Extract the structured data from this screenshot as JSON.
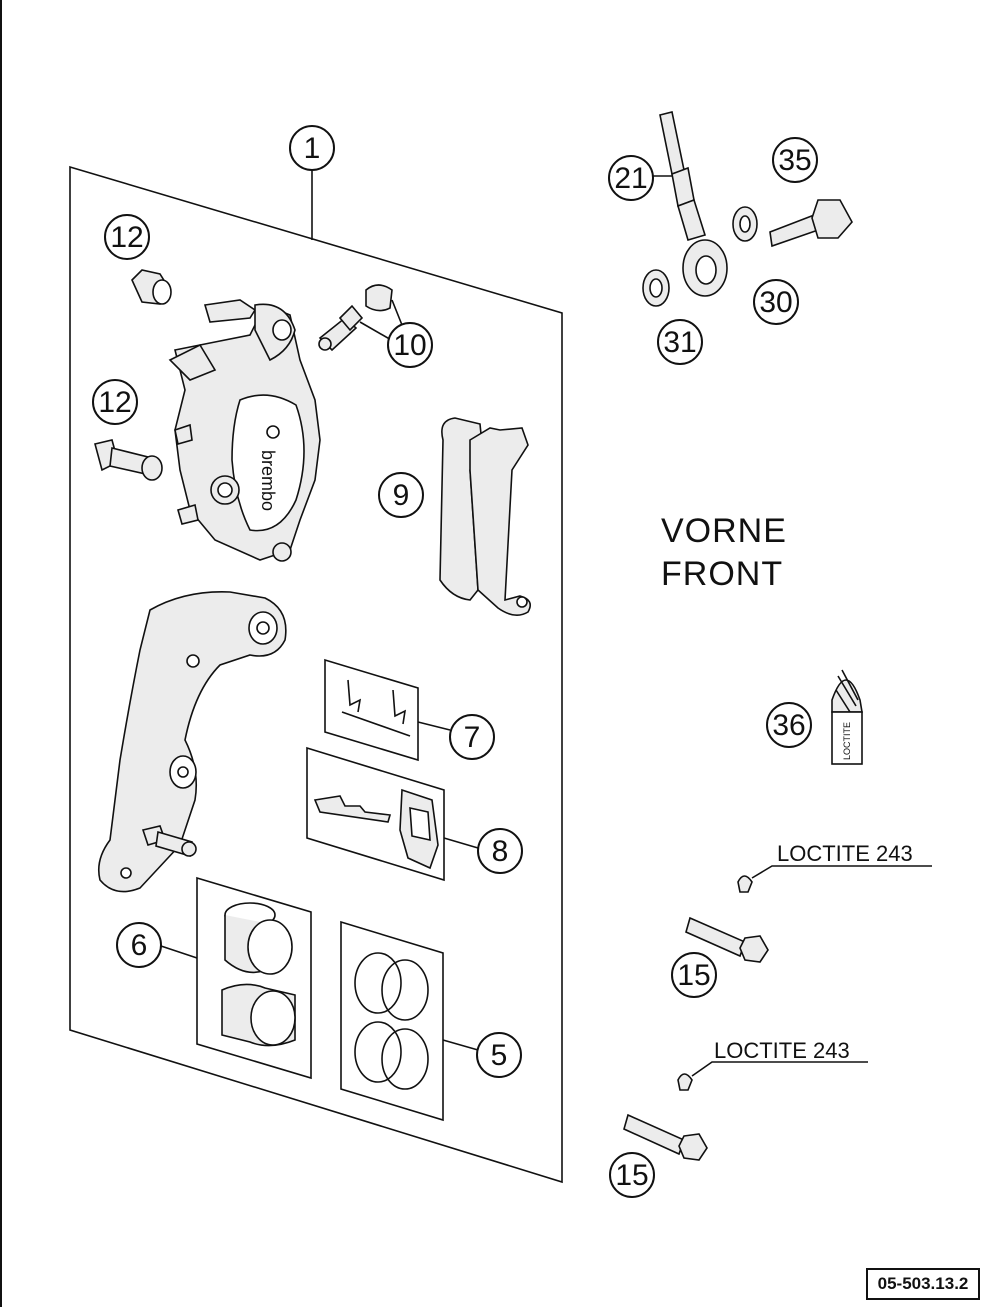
{
  "diagram": {
    "callouts": {
      "c1": "1",
      "c12a": "12",
      "c12b": "12",
      "c10": "10",
      "c9": "9",
      "c7": "7",
      "c8": "8",
      "c6": "6",
      "c5": "5",
      "c21": "21",
      "c35": "35",
      "c30": "30",
      "c31": "31",
      "c36": "36",
      "c15a": "15",
      "c15b": "15"
    },
    "direction_label": {
      "line1": "VORNE",
      "line2": "FRONT"
    },
    "loctite_note_a": "LOCTITE 243",
    "loctite_note_b": "LOCTITE 243",
    "loctite_tube_text": "LOCTITE",
    "brand_text": "brembo",
    "document_id": "05-503.13.2"
  }
}
